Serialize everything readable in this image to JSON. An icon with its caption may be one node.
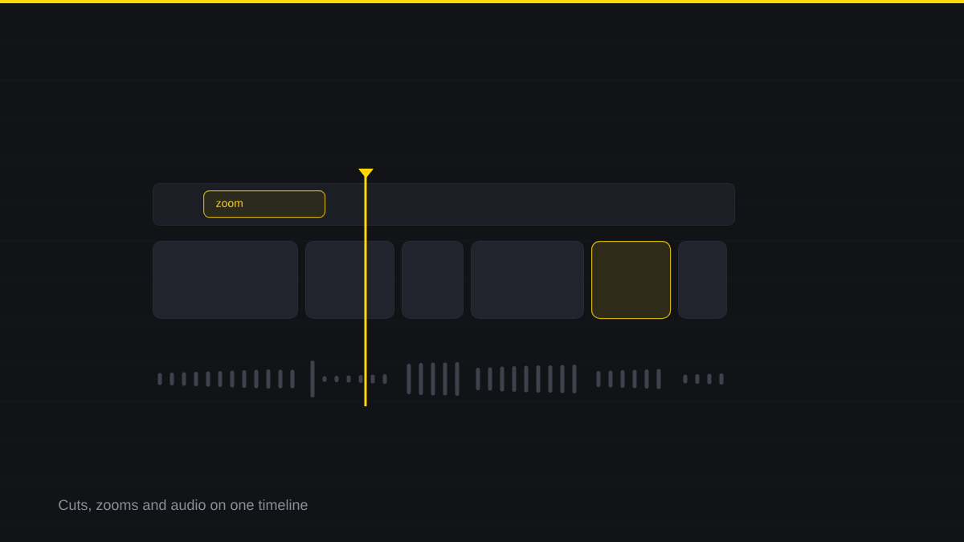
{
  "diagram": {
    "caption": "Cuts, zooms and audio on one timeline",
    "nodes": [
      {
        "text": [],
        "shape": "bar"
      },
      {
        "text": [
          "zoom"
        ],
        "in": 0
      },
      {
        "text": [],
        "shape": "box"
      },
      {
        "text": [],
        "shape": "box"
      },
      {
        "text": [],
        "shape": "box"
      },
      {
        "text": [],
        "shape": "box"
      },
      {
        "text": [],
        "shape": "box"
      },
      {
        "text": [],
        "shape": "box"
      }
    ]
  }
}
